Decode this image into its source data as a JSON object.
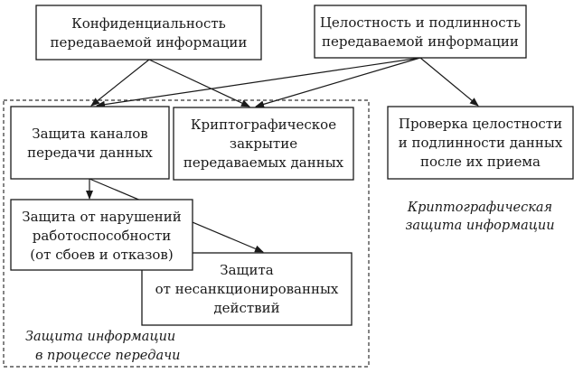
{
  "boxes": {
    "confidentiality": [
      "Конфиденциальность",
      "передаваемой информации"
    ],
    "integrity": [
      "Целостность и подлинность",
      "передаваемой информации"
    ],
    "channel_protection": [
      "Защита каналов",
      "передачи данных"
    ],
    "crypto_closure": [
      "Криптографическое",
      "закрытие",
      "передаваемых данных"
    ],
    "integrity_check": [
      "Проверка целостности",
      "и подлинности данных",
      "после их приема"
    ],
    "failure_protection": [
      "Защита от нарушений",
      "работоспособности",
      "(от сбоев и отказов)"
    ],
    "unauthorized_protection": [
      "Защита",
      "от несанкционированных",
      "действий"
    ]
  },
  "captions": {
    "crypto_protection": [
      "Криптографическая",
      "защита информации"
    ],
    "transmission_protection": [
      "Защита информации",
      "в процессе передачи"
    ]
  },
  "colors": {
    "stroke": "#1a1a1a",
    "background": "#ffffff"
  }
}
